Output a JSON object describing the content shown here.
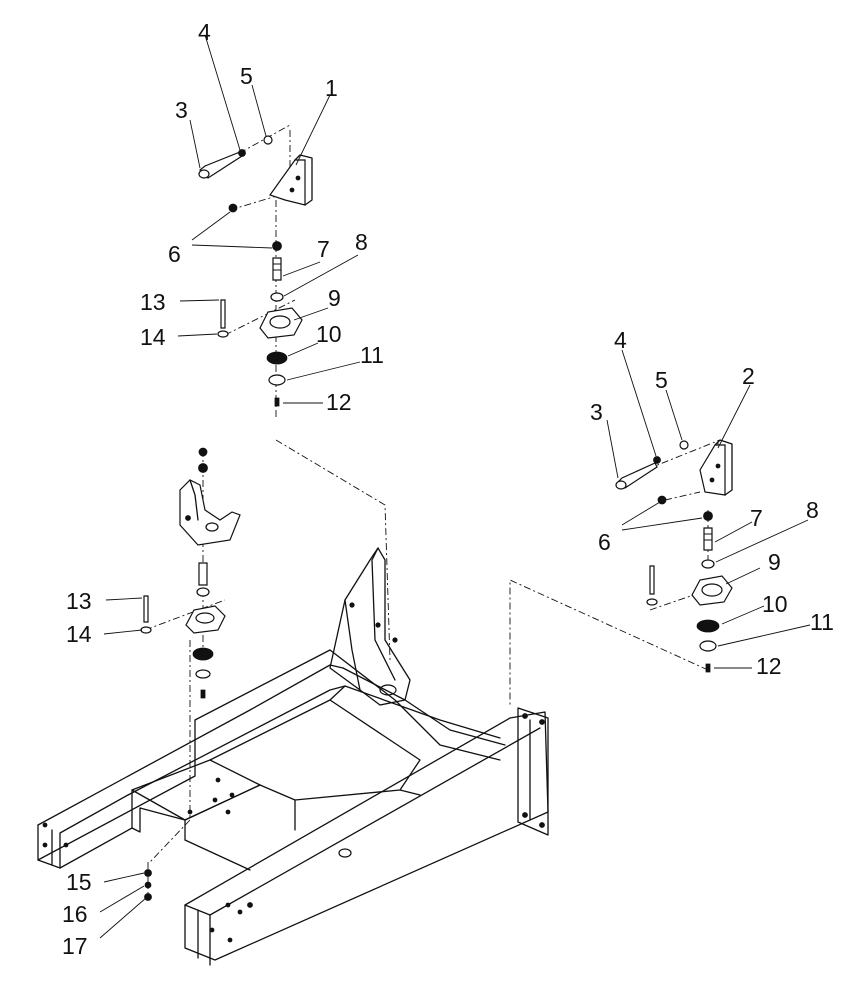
{
  "labels": {
    "c1": "1",
    "c2": "2",
    "c3a": "3",
    "c3b": "3",
    "c4a": "4",
    "c4b": "4",
    "c5a": "5",
    "c5b": "5",
    "c6a": "6",
    "c6b": "6",
    "c7a": "7",
    "c7b": "7",
    "c8a": "8",
    "c8b": "8",
    "c9a": "9",
    "c9b": "9",
    "c10a": "10",
    "c10b": "10",
    "c11a": "11",
    "c11b": "11",
    "c12a": "12",
    "c12b": "12",
    "c13a": "13",
    "c13b": "13",
    "c14a": "14",
    "c14b": "14",
    "c15": "15",
    "c16": "16",
    "c17": "17"
  }
}
